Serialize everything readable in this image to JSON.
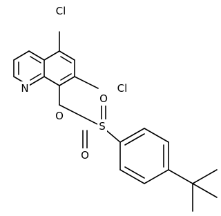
{
  "molecule": {
    "atoms": {
      "cl5": "Cl",
      "cl7": "Cl",
      "n": "N",
      "o_ester": "O",
      "s": "S",
      "o_top": "O",
      "o_bottom": "O"
    }
  },
  "colors": {
    "bond": "#000000",
    "label": "#000000",
    "background": "#ffffff"
  }
}
